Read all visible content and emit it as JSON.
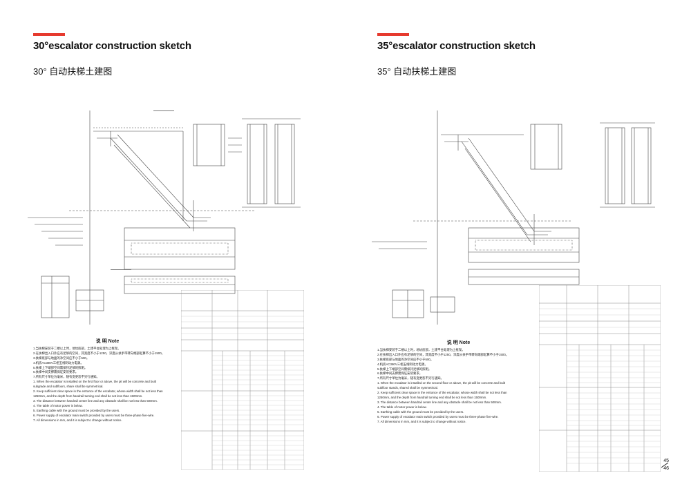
{
  "accent_color": "#e63a2e",
  "left": {
    "title": "30°escalator construction sketch",
    "subtitle": "30° 自动扶梯土建图",
    "notes_title": "说 明 Note",
    "notes": [
      "1.当扶梯安装于二楼以上时，地坑底部，土建平台处理为上框架。",
      "2.在扶梯出入口外应有足够的空间，其宽度不小于1250，深度从扶手带转向端部起算不小于1500。",
      "3.扶梯底部与地面的净空间应不小于500。",
      "4.机房AC380V三相五线制动力电源。",
      "5.扶梯上下端部空间需保持足够的照明。",
      "6.扶梯中间支撑需保证安装要求。",
      "7.所有尺寸单位为毫米，随有变更恕不另行通知。",
      "1. When the escalator is installed on the first floor or above, the pit will be concrete and built",
      "subgrade and subfloors, share shall be symmetrical.",
      "2. Keep sufficient clear space in the entrance of the escalator, whose width shall be not less than",
      "1250mm, and the depth from handrail turning end shall be not less than 1500mm.",
      "3. The distance between handrail center line and any obstacle shall be not less than 500mm.",
      "4. The table of motor power is below.",
      "5. Earthing cable with the ground must be provided by the users.",
      "6. Power supply of escalator main switch provided by users must be three-phase five-wire.",
      "7. All dimensions in mm, and it is subject to change without notice."
    ]
  },
  "right": {
    "title": "35°escalator construction sketch",
    "subtitle": "35° 自动扶梯土建图",
    "notes_title": "说 明 Note",
    "notes": [
      "1.当扶梯安装于二楼以上时，地坑底部，土建平台处理为上框架。",
      "2.在扶梯出入口外应有足够的空间，其宽度不小于1250，深度从扶手带转向端部起算不小于1500。",
      "3.扶梯底部与地面的净空间应不小于500。",
      "4.机房AC380V三相五线制动力电源。",
      "5.扶梯上下端部空间需保持足够的照明。",
      "6.扶梯中间支撑需保证安装要求。",
      "7.所有尺寸单位为毫米，随有变更恕不另行通知。",
      "1. When the escalator is installed on the second floor or above, the pit will be concrete and built",
      "subfloor stands, shared shall be symmetrical.",
      "2. Keep sufficient clear space in the entrance of the escalator, whose width shall be not less than",
      "1250mm, and the depth from handrail turning end shall be not less than 1500mm.",
      "3. The distance between handrail center line and any obstacle shall be not less than 500mm.",
      "4. The table of motor power is below.",
      "5. Earthing cable with the ground must be provided by the users.",
      "6. Power supply of escalator main switch provided by users must be three-phase five-wire.",
      "7. All dimensions in mm, and it is subject to change without notice."
    ]
  },
  "page_numbers": {
    "top": "45",
    "bottom": "46"
  }
}
